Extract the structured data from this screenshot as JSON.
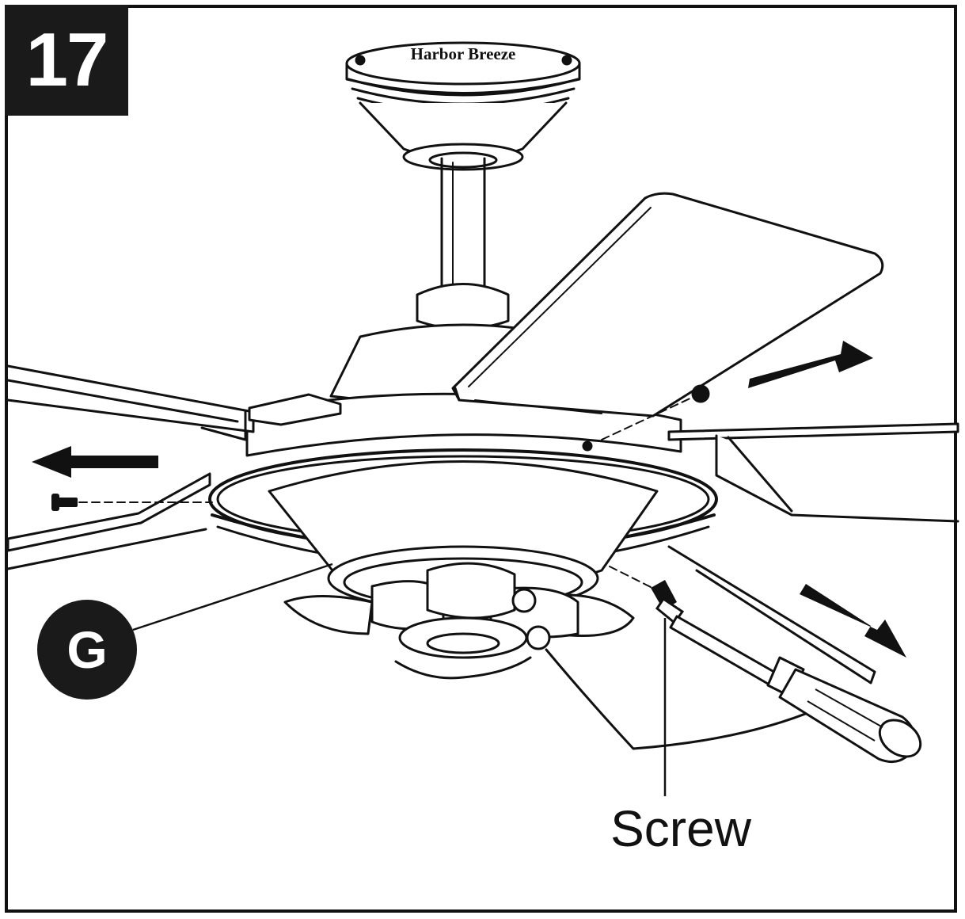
{
  "step": {
    "number": "17"
  },
  "brand": {
    "text": "Harbor Breeze"
  },
  "callouts": {
    "part_letter": "G",
    "screw_label": "Screw"
  },
  "icons": {
    "arrows": [
      "arrow-left-icon",
      "arrow-up-right-icon",
      "arrow-down-right-icon"
    ],
    "tool": "screwdriver-icon"
  },
  "colors": {
    "ink": "#111111",
    "paper": "#ffffff",
    "badge": "#1a1a1a"
  }
}
